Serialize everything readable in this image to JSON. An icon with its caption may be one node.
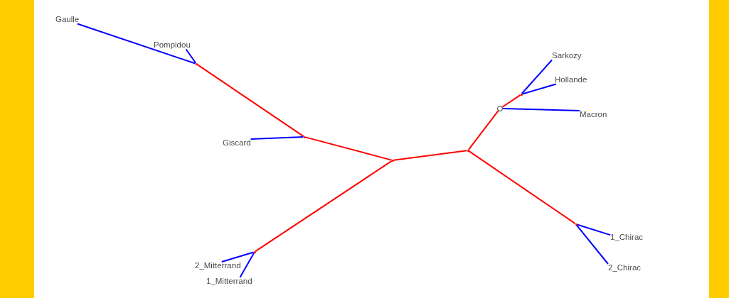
{
  "diagram": {
    "nodes": [
      {
        "text": [
          "Gaulle"
        ]
      },
      {
        "text": [
          "Pompidou"
        ]
      },
      {
        "text": [
          "Sarkozy"
        ]
      },
      {
        "text": [
          "Hollande"
        ]
      },
      {
        "text": [
          "Macron"
        ]
      },
      {
        "text": [
          "Giscard"
        ]
      },
      {
        "text": [
          "1_Chirac"
        ]
      },
      {
        "text": [
          "2_Mitterrand"
        ]
      },
      {
        "text": [
          "2_Chirac"
        ]
      },
      {
        "text": [
          "1_Mitterrand"
        ]
      },
      {
        "text": [],
        "shape": "point"
      },
      {
        "text": [],
        "shape": "point"
      },
      {
        "text": [],
        "shape": "point"
      },
      {
        "text": [],
        "shape": "point"
      },
      {
        "text": [],
        "shape": "point"
      },
      {
        "text": [],
        "shape": "circle"
      },
      {
        "text": [],
        "shape": "point"
      },
      {
        "text": [],
        "shape": "point"
      }
    ],
    "edges": [
      {
        "from": 10,
        "to": 0,
        "arrow": "none"
      },
      {
        "from": 10,
        "to": 1,
        "arrow": "none"
      },
      {
        "from": 12,
        "to": 10,
        "arrow": "none",
        "color": "#ff0000"
      },
      {
        "from": 12,
        "to": 5,
        "arrow": "none"
      },
      {
        "from": 13,
        "to": 12,
        "arrow": "none",
        "color": "#ff0000"
      },
      {
        "from": 13,
        "to": 11,
        "arrow": "none",
        "color": "#ff0000"
      },
      {
        "from": 11,
        "to": 7,
        "arrow": "none"
      },
      {
        "from": 11,
        "to": 9,
        "arrow": "none"
      },
      {
        "from": 13,
        "to": 14,
        "arrow": "none",
        "color": "#ff0000"
      },
      {
        "from": 14,
        "to": 15,
        "arrow": "none",
        "color": "#ff0000"
      },
      {
        "from": 15,
        "to": 4,
        "arrow": "none"
      },
      {
        "from": 15,
        "to": 16,
        "arrow": "none",
        "color": "#ff0000"
      },
      {
        "from": 16,
        "to": 2,
        "arrow": "none"
      },
      {
        "from": 16,
        "to": 3,
        "arrow": "none"
      },
      {
        "from": 14,
        "to": 17,
        "arrow": "none",
        "color": "#ff0000"
      },
      {
        "from": 17,
        "to": 6,
        "arrow": "none"
      },
      {
        "from": 17,
        "to": 8,
        "arrow": "none"
      }
    ]
  }
}
